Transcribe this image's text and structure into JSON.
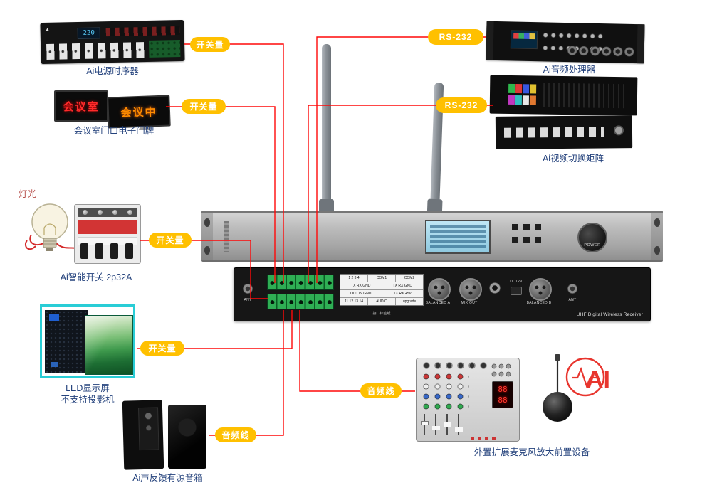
{
  "colors": {
    "badge_bg": "#ffc000",
    "wire": "#ff0000",
    "accent_red": "#e8352e",
    "label_text": "#24427c"
  },
  "badges": {
    "b1": "开关量",
    "b2": "开关量",
    "b3": "开关量",
    "b4": "开关量",
    "b5": "RS-232",
    "b6": "RS-232",
    "b7": "音频线",
    "b8": "音频线"
  },
  "labels": {
    "power_sequencer": "Ai电源时序器",
    "door_sign": "会议室门口电子门牌",
    "lighting": "灯光",
    "smart_switch": "Ai智能开关 2p32A",
    "led_screen": "LED显示屏",
    "led_note": "不支持投影机",
    "speakers": "Ai声反馈有源音箱",
    "audio_processor": "Ai音频处理器",
    "video_matrix": "Ai视频切换矩阵",
    "mic_preamp": "外置扩展麦克风放大前置设备"
  },
  "door_sign": {
    "left": "会议室",
    "right": "会议中"
  },
  "sequencer": {
    "meter": "220"
  },
  "receiver": {
    "power": "POWER",
    "panel": {
      "ant_left": "ANT",
      "ant_right": "ANT",
      "balanced_a": "BALANCED A",
      "mix_out": "MIX OUT",
      "balanced_b": "BALANCED B",
      "dc12v": "DC12V",
      "name": "UHF Digital Wireless Receiver",
      "label_caption": "接口标签纸",
      "table": {
        "r1a": "1 2 3 4",
        "r1b": "COM1",
        "r1c": "COM2",
        "r2a": "TX RX GND",
        "r2b": "TX RX GND",
        "r3a": "OUT IN GND",
        "r3b": "TX RX +5V",
        "r4a": "11 12 13 14",
        "r4b": "AUDIO",
        "r4c": "upgrade"
      }
    }
  },
  "mixer": {
    "display_top": "88",
    "display_bottom": "88"
  },
  "ai_logo": "AI"
}
